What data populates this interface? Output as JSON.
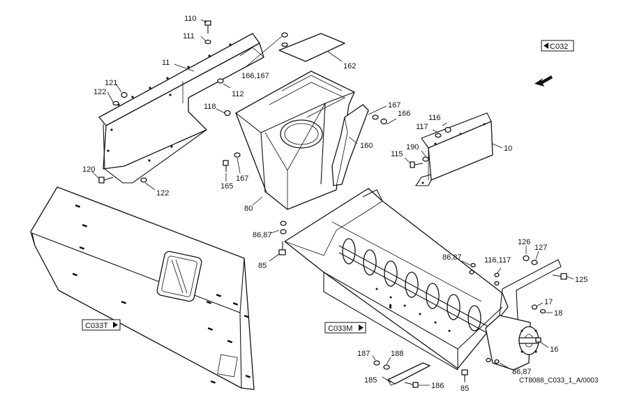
{
  "callouts": [
    {
      "id": "c110",
      "text": "110"
    },
    {
      "id": "c111",
      "text": "111"
    },
    {
      "id": "c11",
      "text": "11"
    },
    {
      "id": "c121",
      "text": "121"
    },
    {
      "id": "c122a",
      "text": "122"
    },
    {
      "id": "c112",
      "text": "112"
    },
    {
      "id": "c166_167a",
      "text": "166,167"
    },
    {
      "id": "c162",
      "text": "162"
    },
    {
      "id": "c118",
      "text": "118"
    },
    {
      "id": "c167a",
      "text": "167"
    },
    {
      "id": "c166",
      "text": "166"
    },
    {
      "id": "c116a",
      "text": "116"
    },
    {
      "id": "c117",
      "text": "117"
    },
    {
      "id": "c190",
      "text": "190"
    },
    {
      "id": "c115",
      "text": "115"
    },
    {
      "id": "c10",
      "text": "10"
    },
    {
      "id": "c160",
      "text": "160"
    },
    {
      "id": "c120",
      "text": "120"
    },
    {
      "id": "c122b",
      "text": "122"
    },
    {
      "id": "c165",
      "text": "165"
    },
    {
      "id": "c167b",
      "text": "167"
    },
    {
      "id": "c80",
      "text": "80"
    },
    {
      "id": "c86_87a",
      "text": "86,87"
    },
    {
      "id": "c85a",
      "text": "85"
    },
    {
      "id": "c86_87b",
      "text": "86,87"
    },
    {
      "id": "c116_117",
      "text": "116,117"
    },
    {
      "id": "c126",
      "text": "126"
    },
    {
      "id": "c127",
      "text": "127"
    },
    {
      "id": "c125",
      "text": "125"
    },
    {
      "id": "c17",
      "text": "17"
    },
    {
      "id": "c18",
      "text": "18"
    },
    {
      "id": "c16",
      "text": "16"
    },
    {
      "id": "c187",
      "text": "187"
    },
    {
      "id": "c188",
      "text": "188"
    },
    {
      "id": "c185",
      "text": "185"
    },
    {
      "id": "c186",
      "text": "186"
    },
    {
      "id": "c85b",
      "text": "85"
    },
    {
      "id": "c86_87c",
      "text": "86,87"
    }
  ],
  "references": {
    "c032": "C032",
    "c033t": "C033T",
    "c033m": "C033M"
  },
  "caption": "CT8088_C033_1_A/0003"
}
